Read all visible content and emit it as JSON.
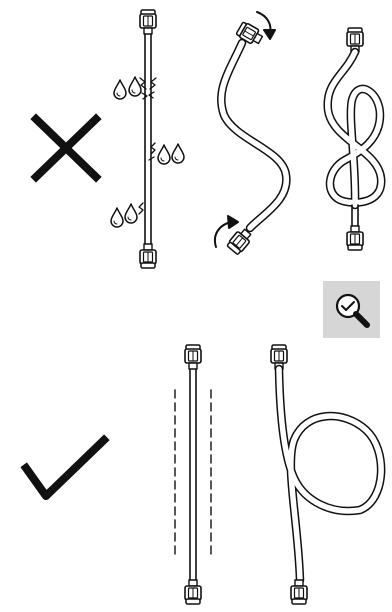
{
  "colors": {
    "line": "#111111",
    "background": "#ffffff",
    "zoom_button_bg": "#d6d6d6"
  },
  "icons": {
    "wrong": "cross-icon",
    "correct": "checkmark-icon",
    "zoom": "magnifier-check-icon"
  },
  "panels": {
    "incorrect": [
      "leaking-hose",
      "twisted-hose",
      "knotted-hose"
    ],
    "correct": [
      "straight-hose",
      "looped-hose"
    ]
  }
}
